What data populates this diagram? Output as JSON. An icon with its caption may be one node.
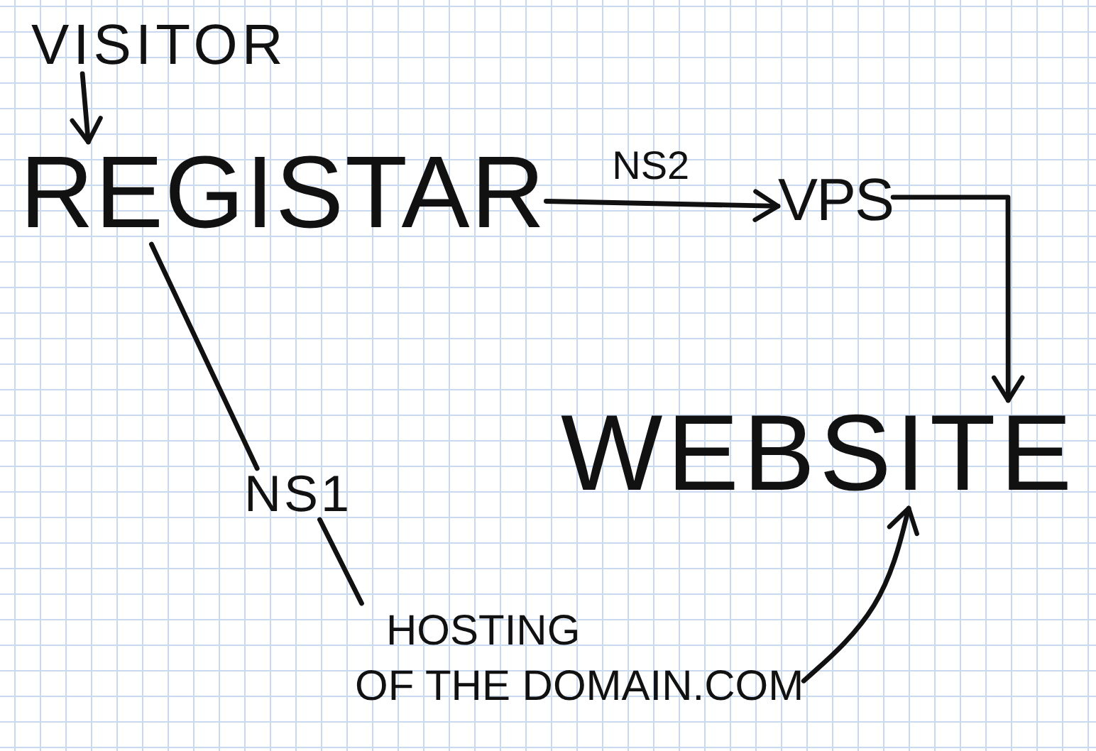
{
  "diagram": {
    "nodes": [
      {
        "text": [
          "VISITOR"
        ]
      },
      {
        "text": [
          "REGISTAR"
        ]
      },
      {
        "text": [
          "VPS"
        ]
      },
      {
        "text": [
          "NS1"
        ]
      },
      {
        "text": [
          "HOSTING OF THE DOMAIN.COM"
        ]
      },
      {
        "text": [
          "WEBSITE"
        ]
      }
    ],
    "edges": [
      {
        "from": 0,
        "to": 1,
        "arrow": "to"
      },
      {
        "from": 1,
        "to": 2,
        "arrow": "to",
        "label": "NS2"
      },
      {
        "from": 2,
        "to": 5,
        "arrow": "to"
      },
      {
        "from": 1,
        "to": 3,
        "arrow": "none"
      },
      {
        "from": 3,
        "to": 4,
        "arrow": "none"
      },
      {
        "from": 4,
        "to": 5,
        "arrow": "to"
      }
    ]
  }
}
